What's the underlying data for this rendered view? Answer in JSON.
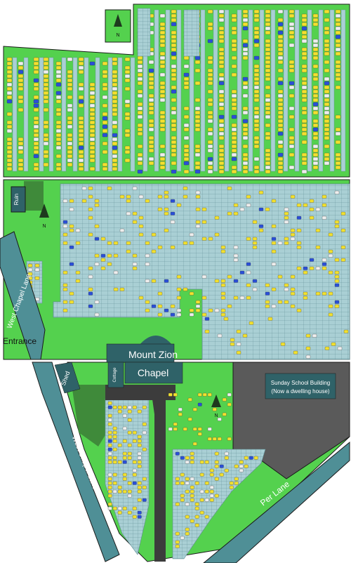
{
  "labels": {
    "mount_zion": "Mount Zion",
    "chapel": "Chapel",
    "cottage": "Cottage",
    "shed": "Shed",
    "ruin": "Ruin",
    "entrance": "Entrance",
    "west_chapel_lane_upper": "West Chapel Lane",
    "west_chapel_lane_lower": "West Chapel Lane",
    "per_lane": "Per Lane",
    "sunday_school_line1": "Sunday School Building",
    "sunday_school_line2": "(Now a dwelling house)",
    "north_top": "N",
    "north_middle": "N",
    "north_bottom": "N"
  },
  "colors": {
    "grass": "#54d14e",
    "plot": "#a9cfd4",
    "plot_line": "#5f8d93",
    "lane": "#4f8f96",
    "building": "#2f6268",
    "sunday_school": "#5a5a5a",
    "path": "#3c3c3c",
    "gravestone": "#f2e12e",
    "gravestone_white": "#eeeeee",
    "gravestone_blue": "#2a4fd8",
    "outline": "#1a1a1a"
  },
  "icons": [
    "north-arrow-icon"
  ]
}
